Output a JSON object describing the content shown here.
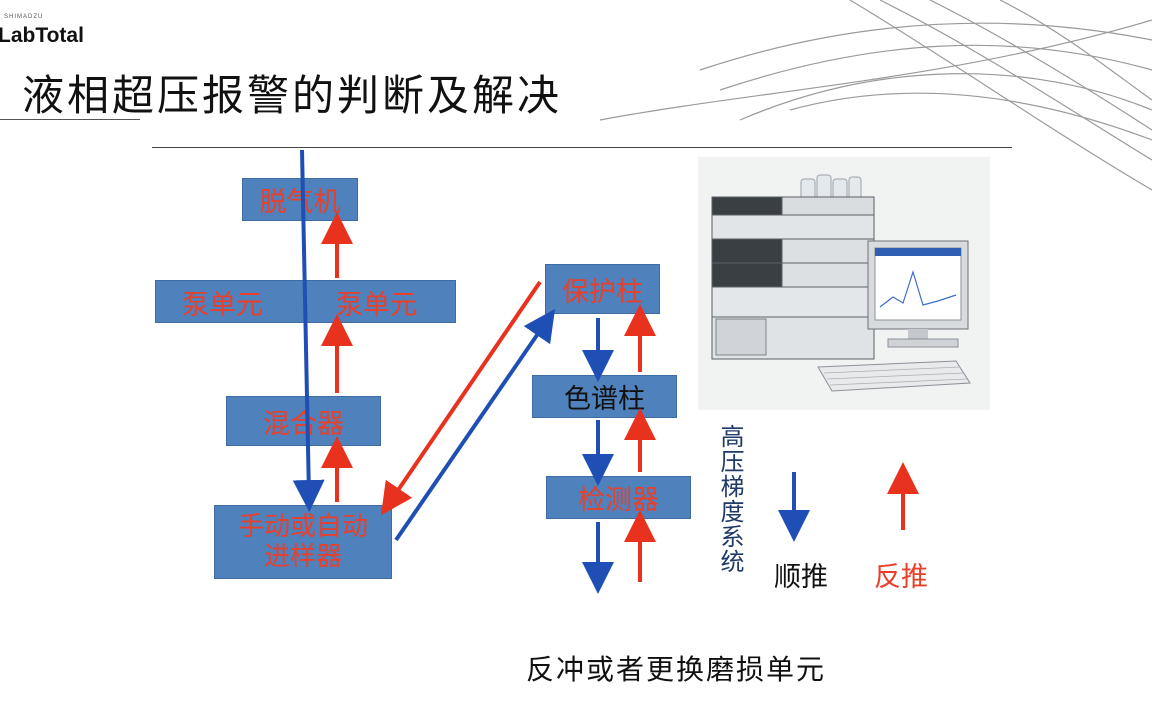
{
  "header": {
    "logo_small": "SHIMADZU",
    "logo": "LabTotal",
    "title": "液相超压报警的判断及解决"
  },
  "diagram": {
    "degasser": "脱气机",
    "pump_left": "泵单元",
    "pump_right": "泵单元",
    "mixer": "混合器",
    "injector_line1": "手动或自动",
    "injector_line2": "进样器",
    "guard_column": "保护柱",
    "column": "色谱柱",
    "detector": "检测器",
    "system_label": "高压梯度系统",
    "legend_forward": "顺推",
    "legend_reverse": "反推",
    "bottom_note": "反冲或者更换磨损单元"
  },
  "colors": {
    "box_fill": "#4f81bd",
    "forward_arrow": "#1f4fb4",
    "reverse_arrow": "#e8321e",
    "label_red": "#e8402a"
  }
}
